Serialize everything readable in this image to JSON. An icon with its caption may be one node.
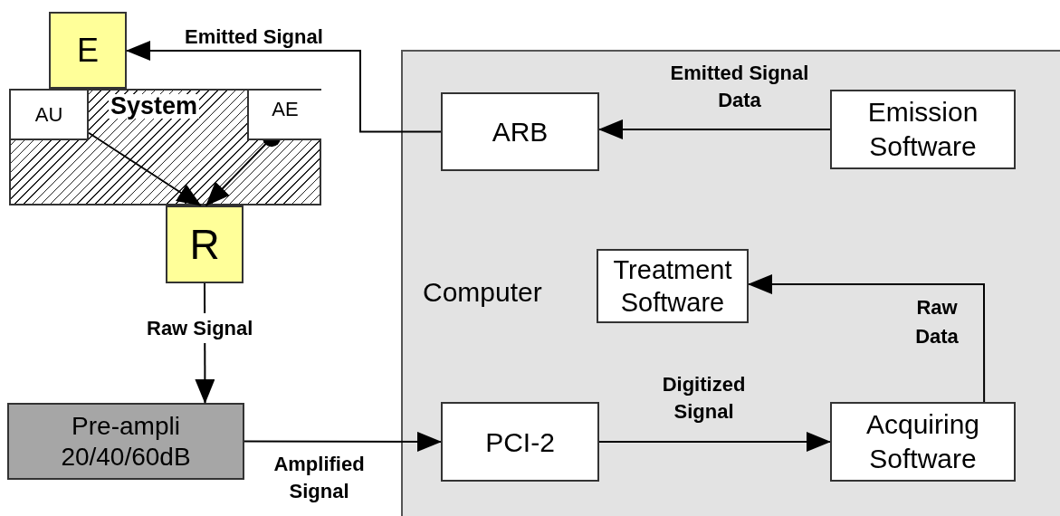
{
  "diagram": {
    "nodes": [
      {
        "text": [
          "E"
        ]
      },
      {
        "text": [
          "System"
        ]
      },
      {
        "text": [
          "AU"
        ],
        "in": 1
      },
      {
        "text": [
          "AE"
        ],
        "in": 1
      },
      {
        "text": [
          "R"
        ]
      },
      {
        "text": [
          "Pre-ampli 20/40/60dB"
        ]
      },
      {
        "text": [
          "Computer"
        ]
      },
      {
        "text": [
          "ARB"
        ],
        "in": 6
      },
      {
        "text": [
          "Emission Software"
        ],
        "in": 6
      },
      {
        "text": [
          "Treatment Software"
        ],
        "in": 6
      },
      {
        "text": [
          "PCI-2"
        ],
        "in": 6
      },
      {
        "text": [
          "Acquiring Software"
        ],
        "in": 6
      }
    ],
    "edges": [
      {
        "from": 7,
        "to": 0,
        "arrow": "to",
        "label": "Emitted Signal"
      },
      {
        "from": 8,
        "to": 7,
        "arrow": "to",
        "label": "Emitted Signal Data"
      },
      {
        "from": 2,
        "to": 4,
        "arrow": "to"
      },
      {
        "from": 3,
        "to": 4,
        "arrow": "to"
      },
      {
        "from": 4,
        "to": 5,
        "arrow": "to",
        "label": "Raw Signal"
      },
      {
        "from": 5,
        "to": 10,
        "arrow": "to",
        "label": "Amplified Signal"
      },
      {
        "from": 10,
        "to": 11,
        "arrow": "to",
        "label": "Digitized Signal"
      },
      {
        "from": 11,
        "to": 9,
        "arrow": "to",
        "label": "Raw Data"
      }
    ]
  }
}
